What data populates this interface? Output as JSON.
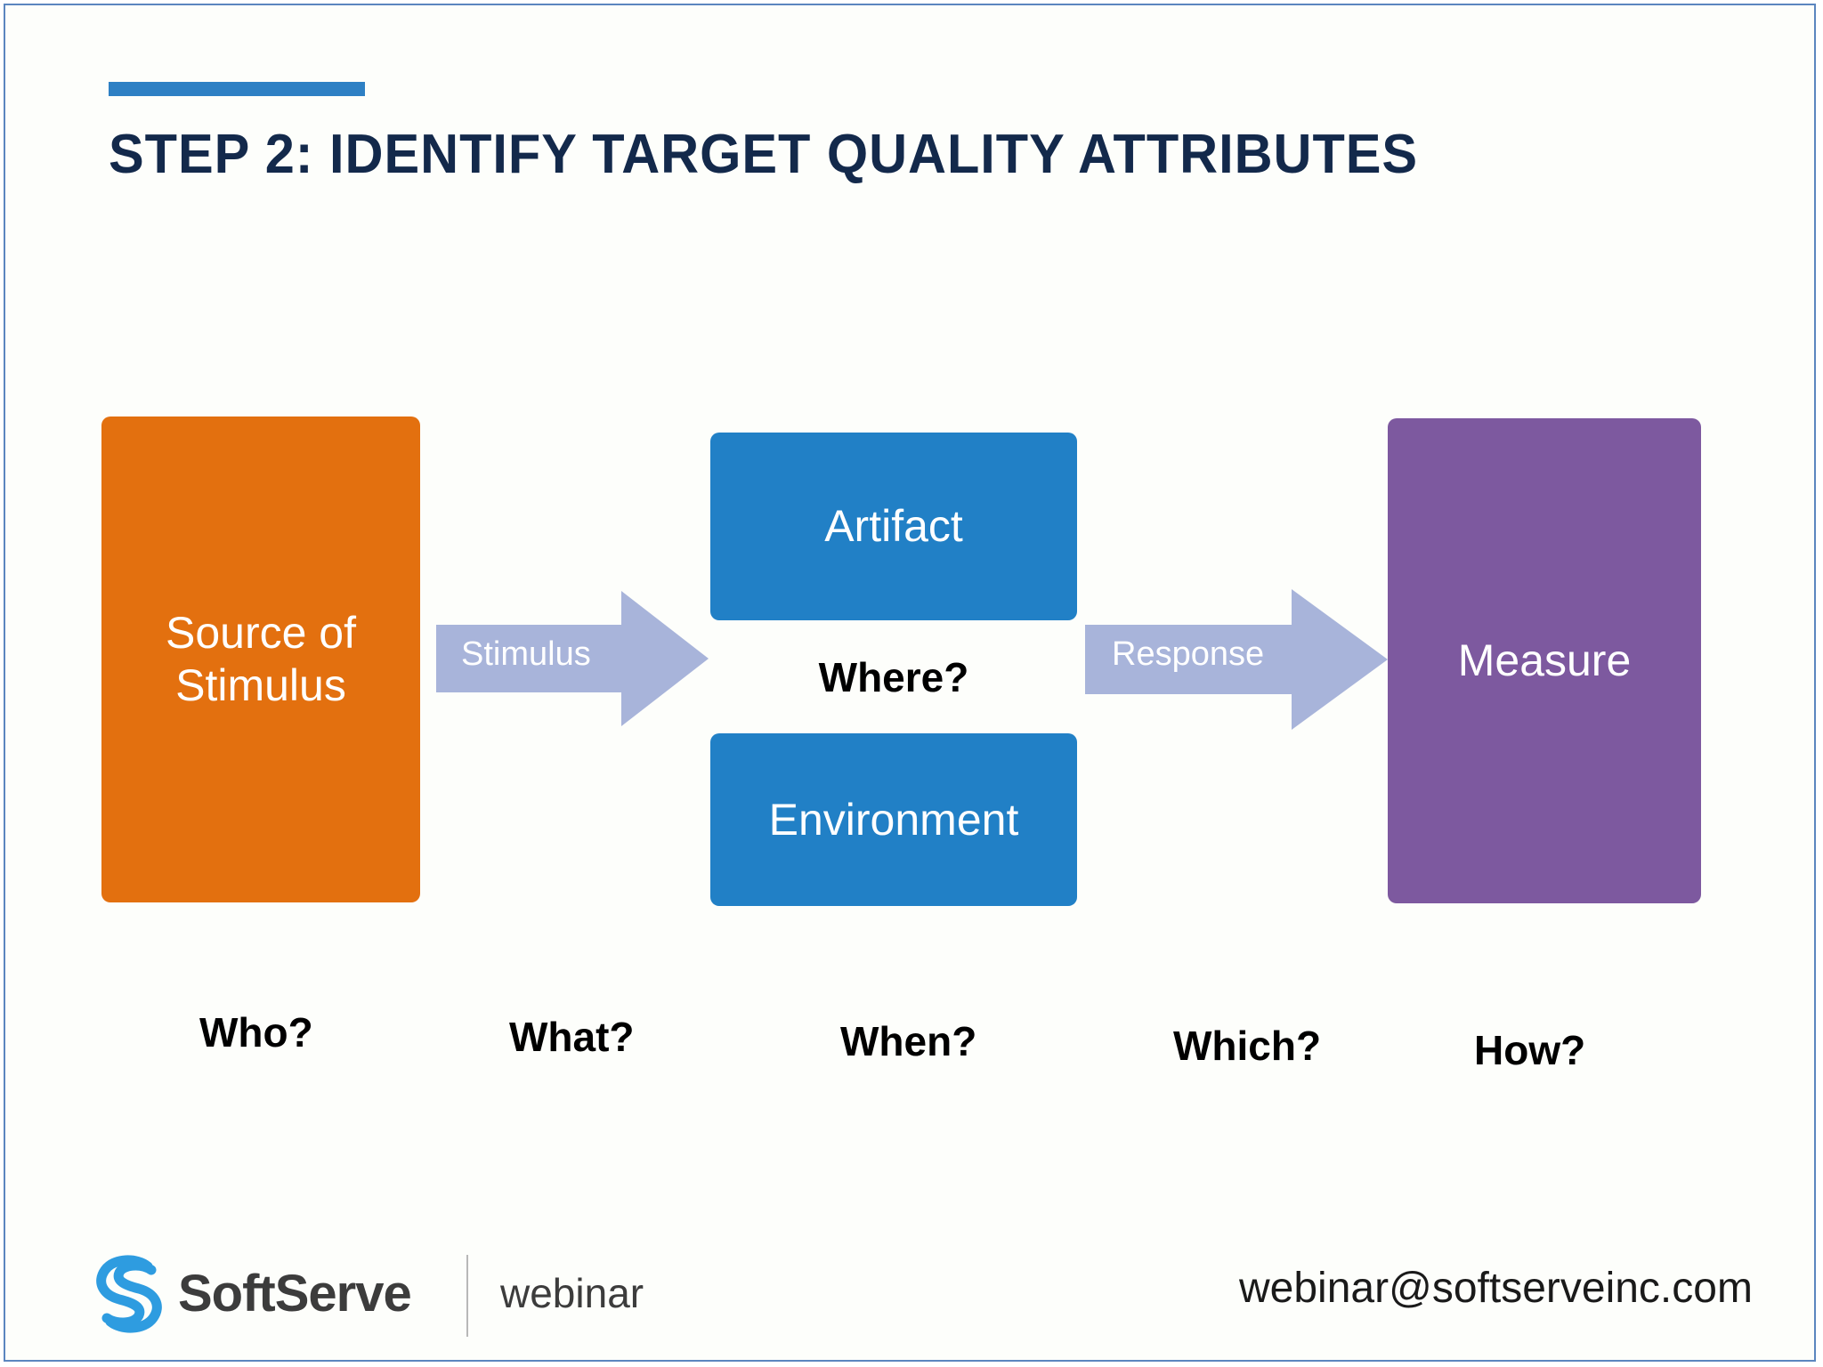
{
  "slide": {
    "title": "STEP 2: IDENTIFY TARGET QUALITY ATTRIBUTES",
    "accent_color": "#2e80c4",
    "title_color": "#13294b",
    "background": "#fdfefb",
    "border_color": "#5b86bf"
  },
  "diagram": {
    "nodes": [
      {
        "id": "source",
        "label": "Source of\nStimulus",
        "color": "#e3700f"
      },
      {
        "id": "artifact",
        "label": "Artifact",
        "color": "#2180c6"
      },
      {
        "id": "environment",
        "label": "Environment",
        "color": "#2180c6"
      },
      {
        "id": "measure",
        "label": "Measure",
        "color": "#7d599f"
      }
    ],
    "center_label": "Where?",
    "arrows": [
      {
        "id": "stimulus",
        "label": "Stimulus",
        "color": "#a8b4da"
      },
      {
        "id": "response",
        "label": "Response",
        "color": "#a8b4da"
      }
    ]
  },
  "questions": [
    {
      "label": "Who?"
    },
    {
      "label": "What?"
    },
    {
      "label": "When?"
    },
    {
      "label": "Which?"
    },
    {
      "label": "How?"
    }
  ],
  "footer": {
    "logo_text": "SoftServe",
    "logo_color": "#2e9ce0",
    "divider": true,
    "webinar_label": "webinar",
    "email": "webinar@softserveinc.com"
  }
}
